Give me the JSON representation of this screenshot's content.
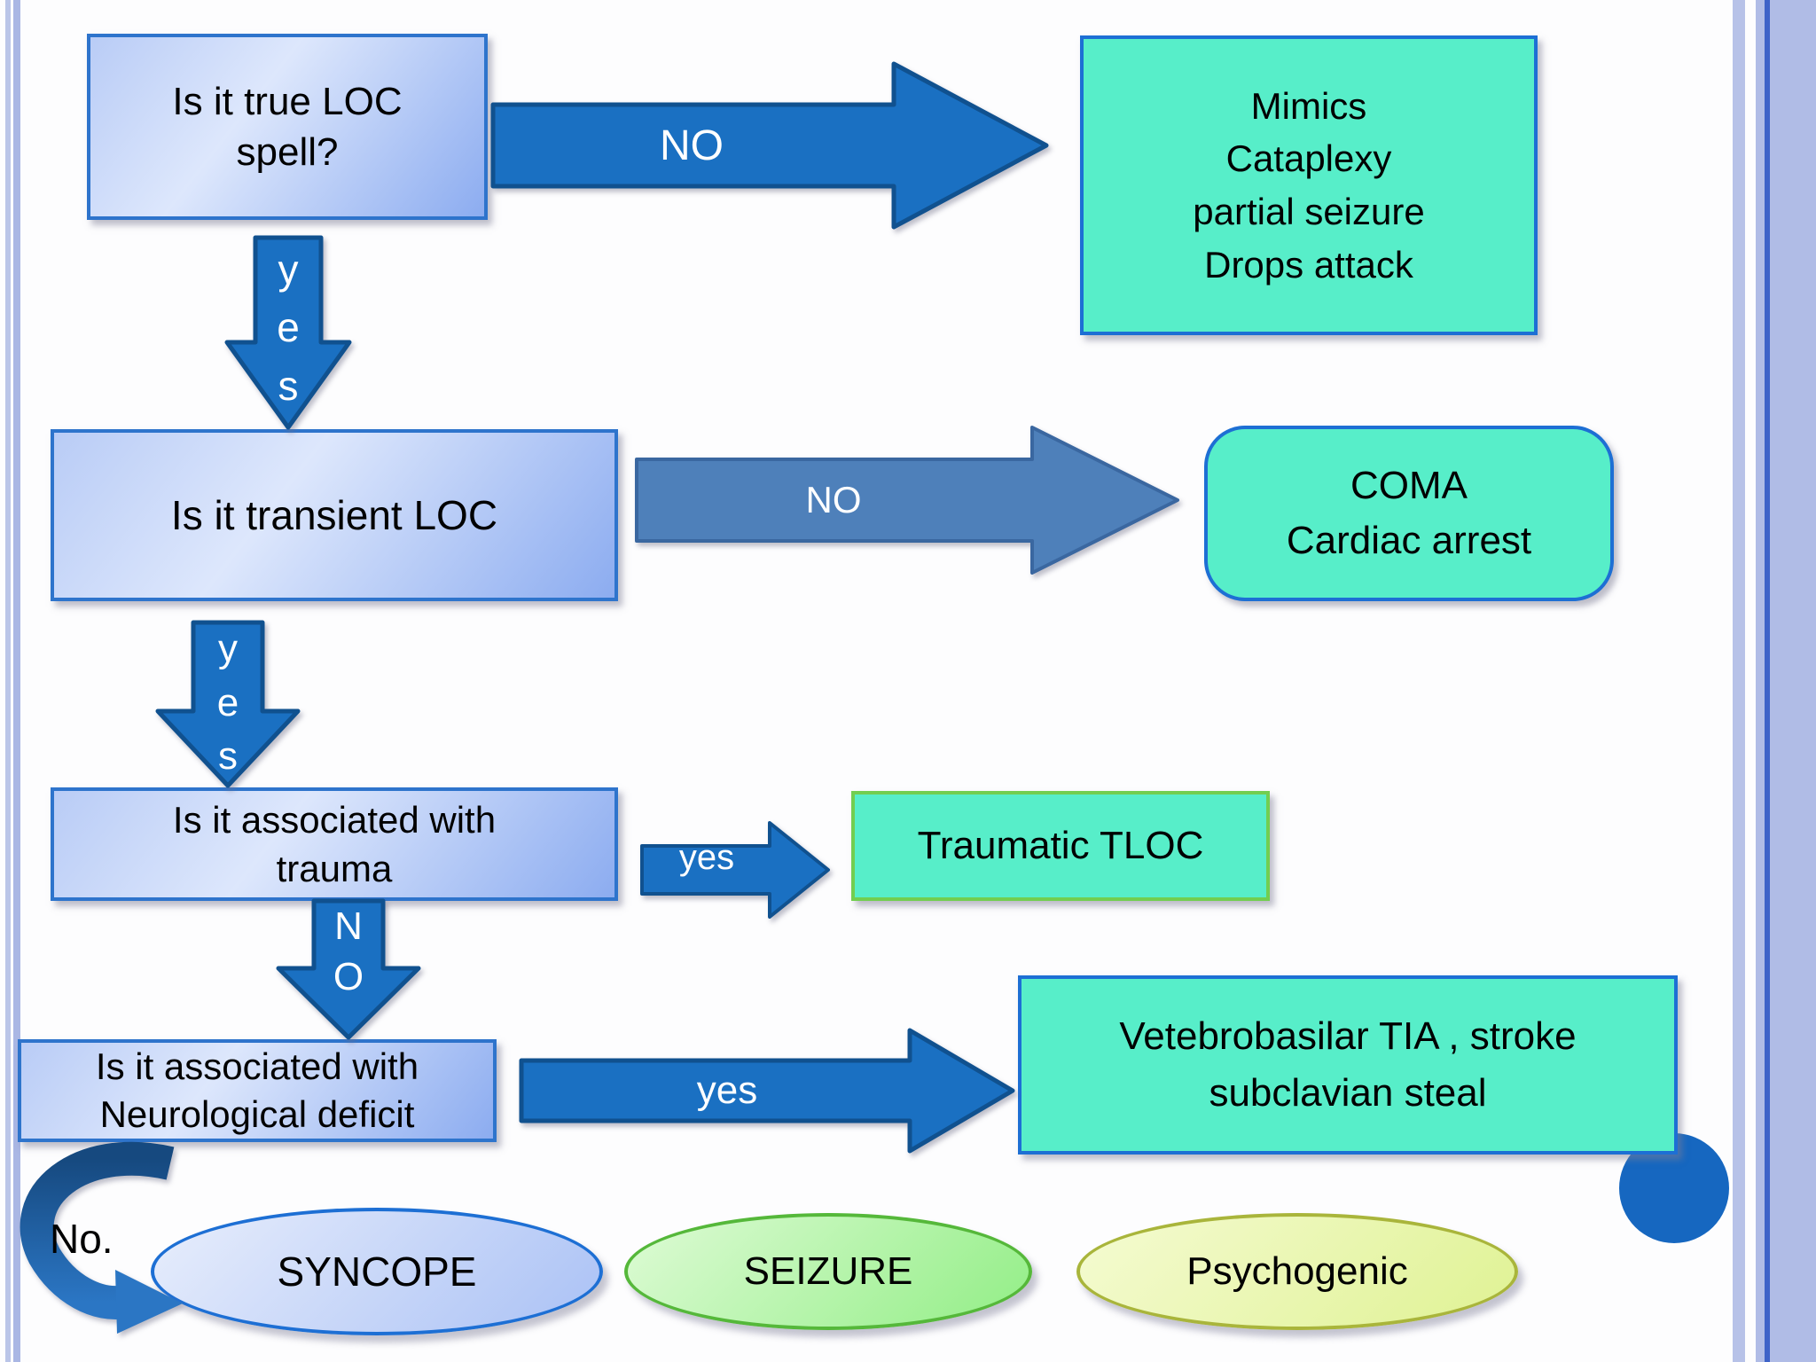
{
  "questions": {
    "q1": {
      "line1": "Is it true LOC",
      "line2": "spell?"
    },
    "q2": {
      "line1": "Is it transient LOC"
    },
    "q3": {
      "line1": "Is it associated with",
      "line2": "trauma"
    },
    "q4": {
      "line1": "Is it associated with",
      "line2": "Neurological deficit"
    }
  },
  "results": {
    "mimics": {
      "line1": "Mimics",
      "line2": "Cataplexy",
      "line3": "partial seizure",
      "line4": "Drops attack"
    },
    "coma": {
      "line1": "COMA",
      "line2": "Cardiac arrest"
    },
    "traumatic": {
      "line1": "Traumatic TLOC"
    },
    "vertebrobasilar": {
      "line1": "Vetebrobasilar TIA , stroke",
      "line2": "subclavian steal"
    }
  },
  "arrows": {
    "no_mimics": {
      "label": "NO"
    },
    "no_coma": {
      "label": "NO"
    },
    "yes_transient": {
      "letter1": "y",
      "letter2": "e",
      "letter3": "s"
    },
    "yes_trauma_check": {
      "letter1": "y",
      "letter2": "e",
      "letter3": "s"
    },
    "yes_traumatic": {
      "label": "yes"
    },
    "no_neuro": {
      "letter1": "N",
      "letter2": "O"
    },
    "yes_vertebrobasilar": {
      "label": "yes"
    },
    "no_syncope": {
      "label": "No."
    }
  },
  "outcomes": {
    "syncope": {
      "label": "SYNCOPE"
    },
    "seizure": {
      "label": "SEIZURE"
    },
    "psychogenic": {
      "label": "Psychogenic"
    }
  },
  "colors": {
    "question_border": "#2e74cc",
    "result_fill": "#57eec9",
    "result_border": "#1d6fd4",
    "traumatic_border": "#72ce50",
    "arrow_primary": "#1a70c2",
    "arrow_secondary": "#4e80ba",
    "decor_circle": "#1667c0",
    "frame_stripe": "#b3bfe6"
  }
}
